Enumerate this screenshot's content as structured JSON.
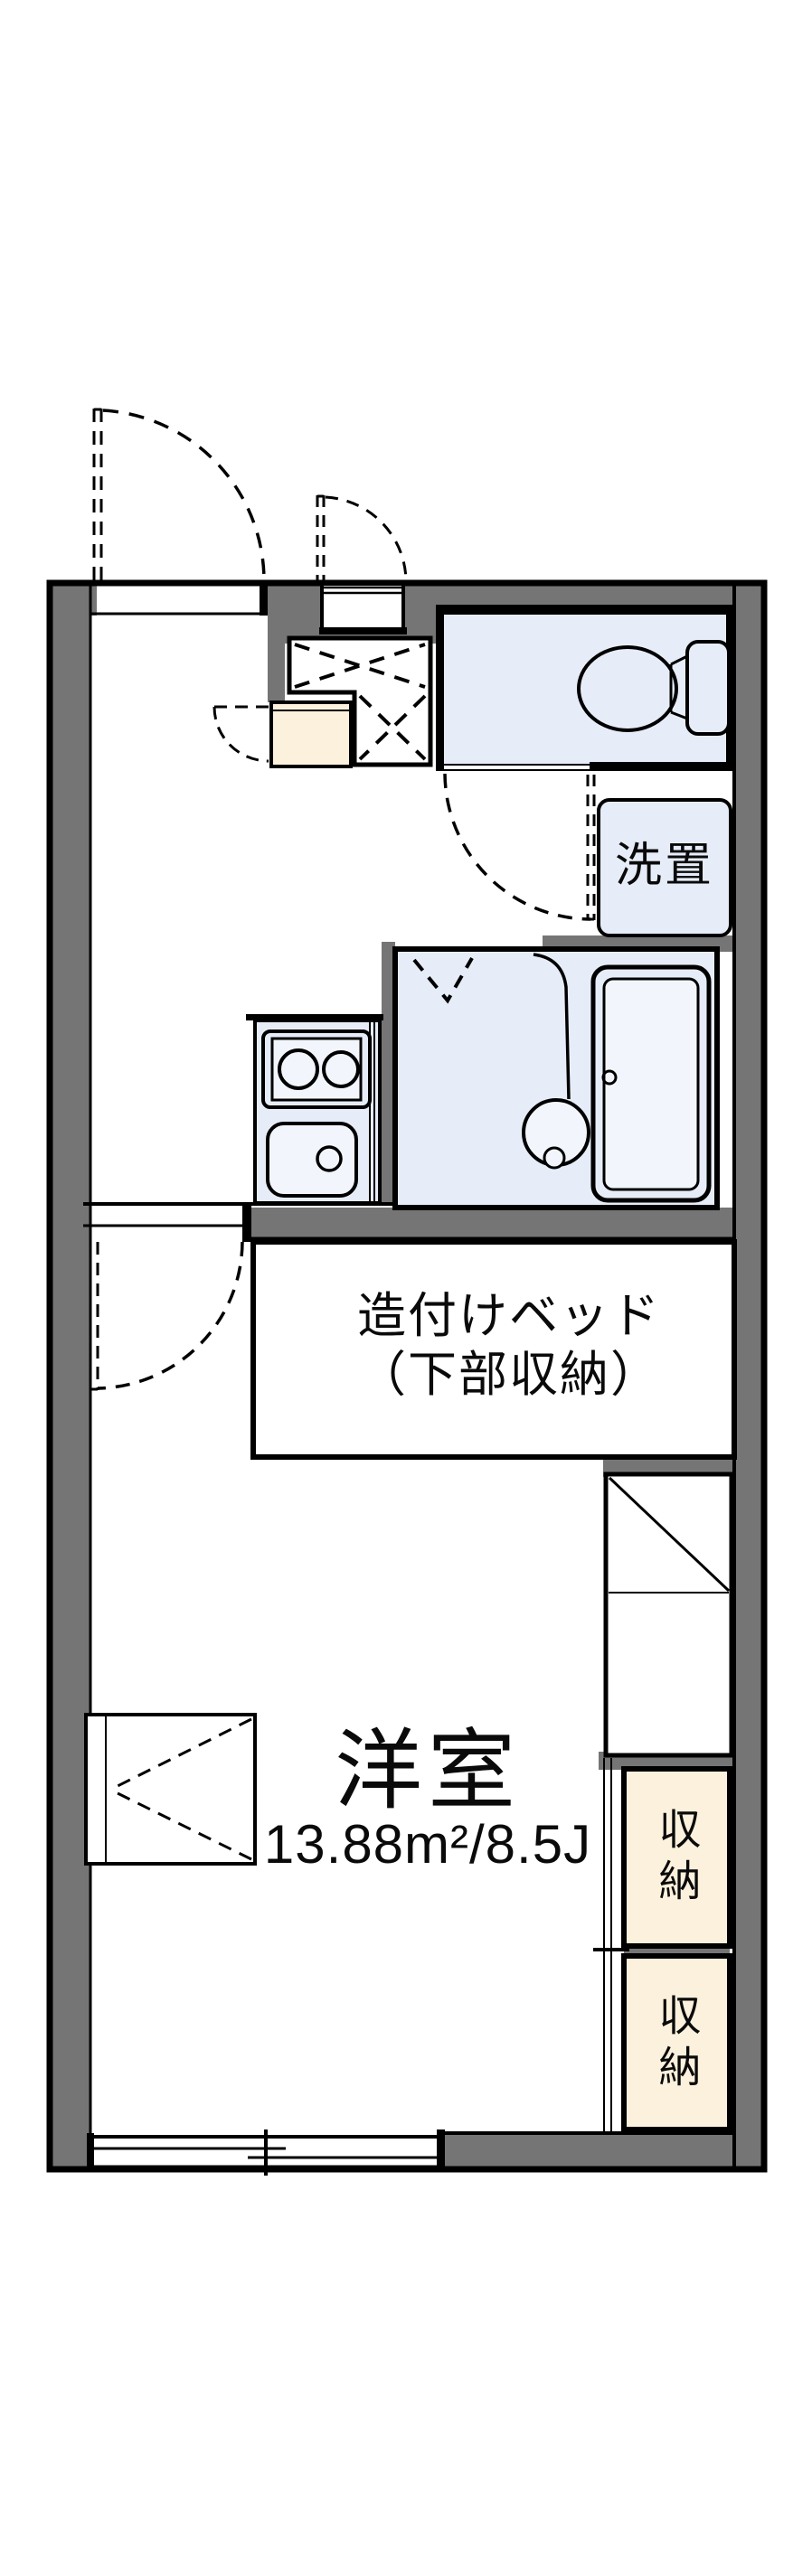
{
  "floorplan": {
    "labels": {
      "washer": "洗置",
      "bed_line1": "造付けベッド",
      "bed_line2": "（下部収納）",
      "room_name": "洋室",
      "room_area": "13.88m²/8.5J",
      "storage_upper": "収納",
      "storage_lower": "収納"
    },
    "colors": {
      "wall": "#757575",
      "outline": "#000000",
      "wet_area": "#e6edf9",
      "fixture": "#f2f6fc",
      "storage": "#fcf1dc",
      "bg": "#ffffff"
    }
  }
}
